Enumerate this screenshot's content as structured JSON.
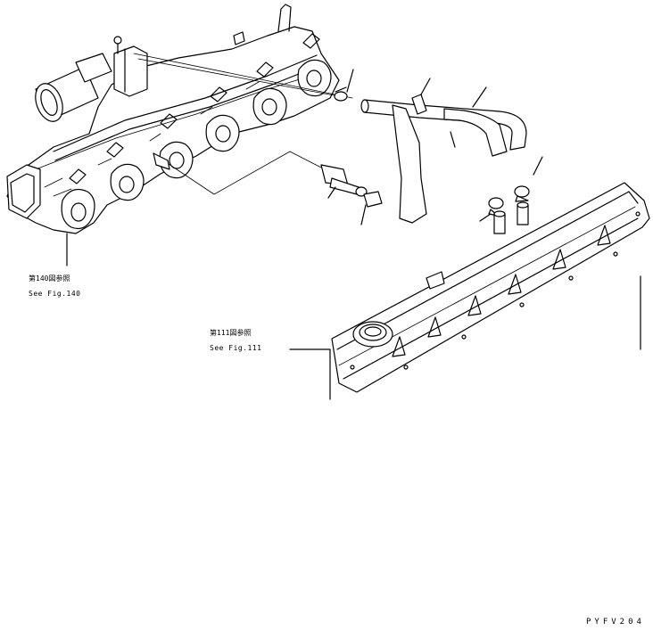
{
  "refs": {
    "fig140_jp": "第140図参照",
    "fig140_en": "See Fig.140",
    "fig111_jp": "第111図参照",
    "fig111_en": "See Fig.111"
  },
  "drawing_code": "PYFV204"
}
